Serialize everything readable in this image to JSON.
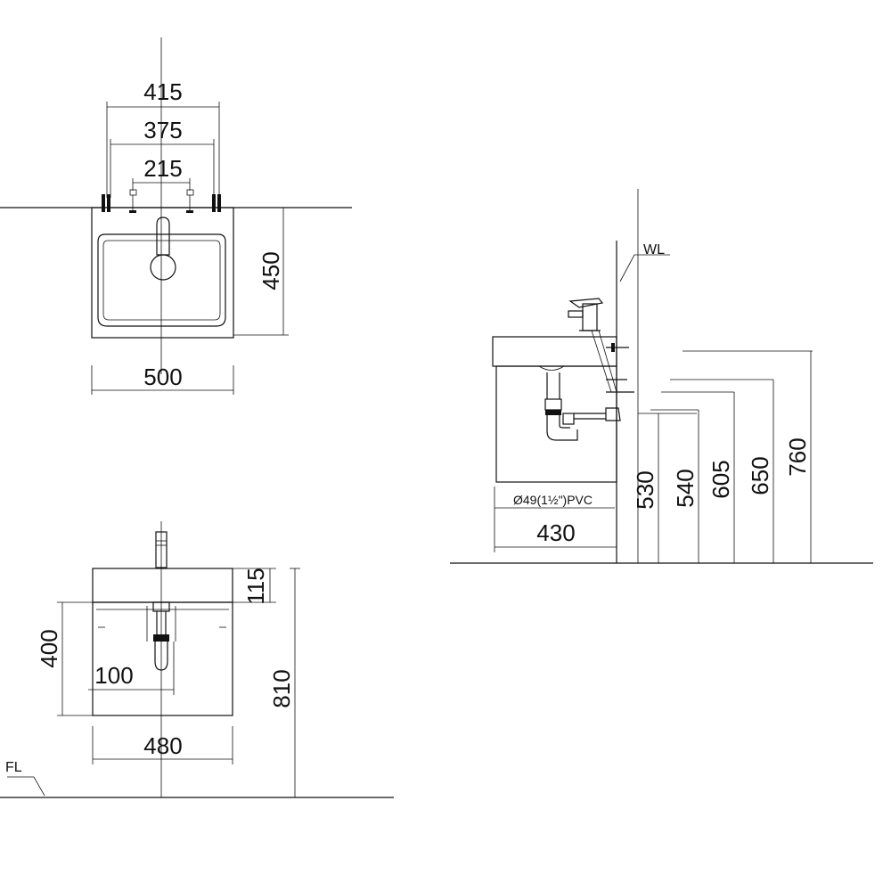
{
  "top_view": {
    "dim_415": "415",
    "dim_375": "375",
    "dim_215": "215",
    "dim_450": "450",
    "dim_500": "500"
  },
  "front_view": {
    "dim_115": "115",
    "dim_400": "400",
    "dim_100": "100",
    "dim_810": "810",
    "dim_480": "480",
    "floor_label": "FL"
  },
  "side_view": {
    "wall_label": "WL",
    "drain_label": "Ø49(1½\")PVC",
    "dim_430": "430",
    "dim_530": "530",
    "dim_540": "540",
    "dim_605": "605",
    "dim_650": "650",
    "dim_760": "760"
  }
}
